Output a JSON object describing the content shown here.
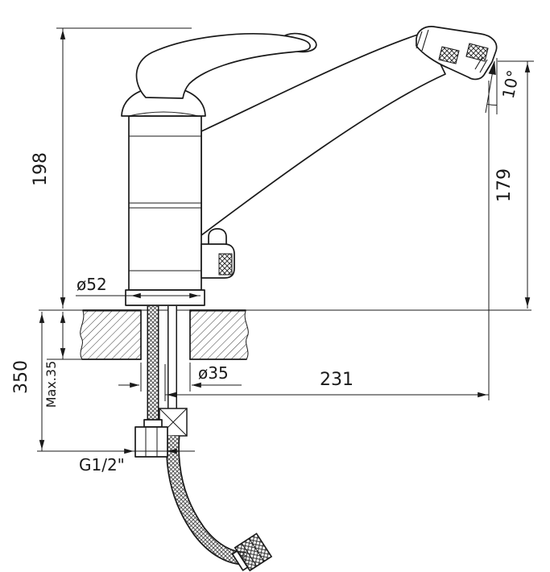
{
  "drawing": {
    "type": "technical-dimension-diagram",
    "subject": "single-lever kitchen mixer tap, side elevation with installation dimensions",
    "labels": {
      "overall_height": "198",
      "outlet_height": "179",
      "outlet_angle": "10°",
      "base_diameter": "ø52",
      "mounting_hole_diameter": "ø35",
      "spout_reach": "231",
      "hose_drop": "350",
      "max_deck_thickness": "Max.35",
      "connection_thread": "G1/2\""
    },
    "colors": {
      "line": "#1a1a1a",
      "background": "#ffffff"
    }
  }
}
